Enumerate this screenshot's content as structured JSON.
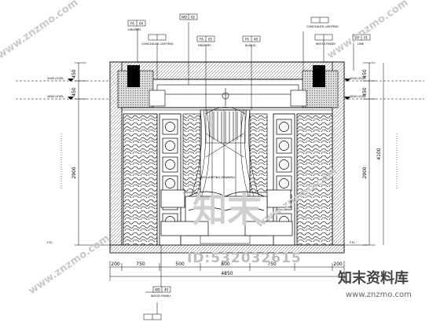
{
  "tags": [
    {
      "id": "drapery-top",
      "left": "FA",
      "right": "04",
      "label": "DRAPERY"
    },
    {
      "id": "mid-top",
      "left": "WD",
      "right": "02",
      "label": ""
    },
    {
      "id": "concealed-left",
      "left": "",
      "right": "",
      "label": "CONCEALED LIGHTING"
    },
    {
      "id": "drapery-mid",
      "left": "FA",
      "right": "05",
      "label": "DRAPERY"
    },
    {
      "id": "blinds",
      "left": "FA",
      "right": "40",
      "label": "BLINDS"
    },
    {
      "id": "concealed-right",
      "left": "",
      "right": "",
      "label": "CONCEALED LIGHTING"
    },
    {
      "id": "wood-finish-top",
      "left": "",
      "right": "",
      "label": "WOOD FINISH"
    },
    {
      "id": "tag-right",
      "left": "WF",
      "right": "01",
      "label": "LINE"
    },
    {
      "id": "wood-finish-bottom",
      "left": "WD",
      "right": "40",
      "label": "WOOD FINISH"
    },
    {
      "id": "bottom-small",
      "left": "",
      "right": "",
      "label": ""
    }
  ],
  "level_marks": [
    {
      "side": "left",
      "label": "3000 LEVEL"
    },
    {
      "side": "left",
      "label": "2800 LEVEL"
    },
    {
      "side": "left",
      "label": "F.F.L"
    },
    {
      "side": "right",
      "label": "3000 LEVEL"
    },
    {
      "side": "right",
      "label": "2800 LEVEL"
    },
    {
      "side": "right",
      "label": "F.F.L"
    }
  ],
  "dims_left": [
    "450",
    "450",
    "2900"
  ],
  "dims_right": [
    "450",
    "450",
    "2900"
  ],
  "dim_right_total": "4100",
  "dims_bottom": [
    "200",
    "750",
    "500",
    "800",
    "750",
    "200"
  ],
  "dim_bottom_total": "4850",
  "center_note": "SEE LIGHTING DRAWING",
  "watermark": {
    "repeat_text": "www.znzmo.com",
    "id_text": "ID:532032615",
    "brand": "知末资料库",
    "brand_url": "www.znzmo.com",
    "big_text": "知末"
  }
}
